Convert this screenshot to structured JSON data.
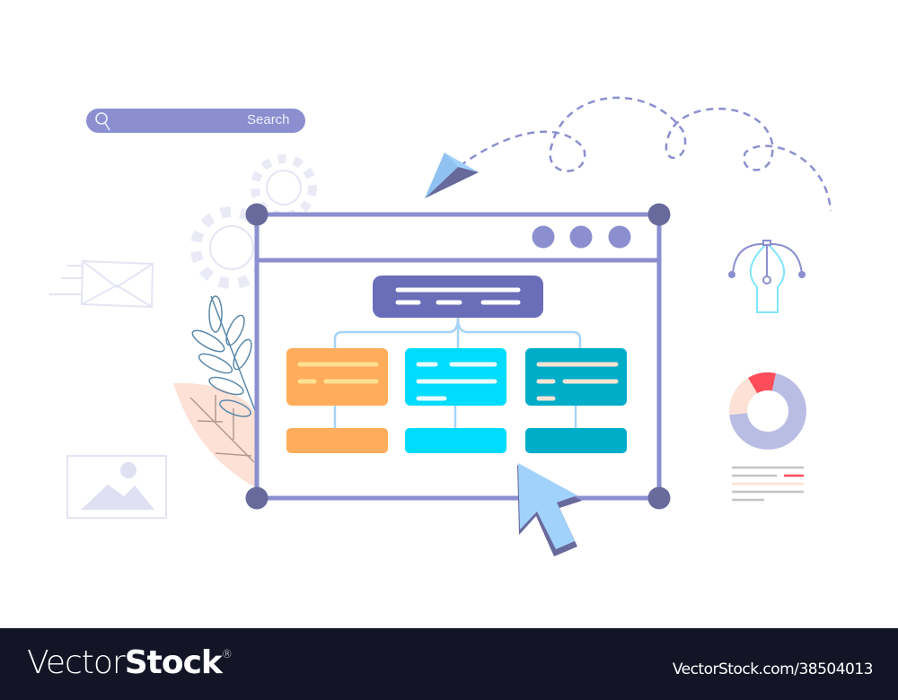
{
  "search": {
    "label": "Search",
    "icon": "magnifier-icon"
  },
  "colors": {
    "frame": "#8b8fcf",
    "frame_corner": "#686a9c",
    "header_box": "#6a6db8",
    "orange": "#ffad5c",
    "cyan": "#00dcfb",
    "teal": "#00adc9",
    "connector": "#a6d4f7",
    "cursor": "#a1d2fb",
    "donut_main": "#babde3",
    "donut_red": "#fd4d5a",
    "donut_peach": "#fde1d6",
    "footer_bg": "#131527"
  },
  "donut_segments": [
    {
      "color": "#babde3",
      "fraction": 0.7
    },
    {
      "color": "#fde1d6",
      "fraction": 0.18
    },
    {
      "color": "#fd4d5a",
      "fraction": 0.12
    }
  ],
  "footer": {
    "brand_light": "Vector",
    "brand_bold": "Stock",
    "registered": "®",
    "image_id": "VectorStock.com/38504013"
  }
}
